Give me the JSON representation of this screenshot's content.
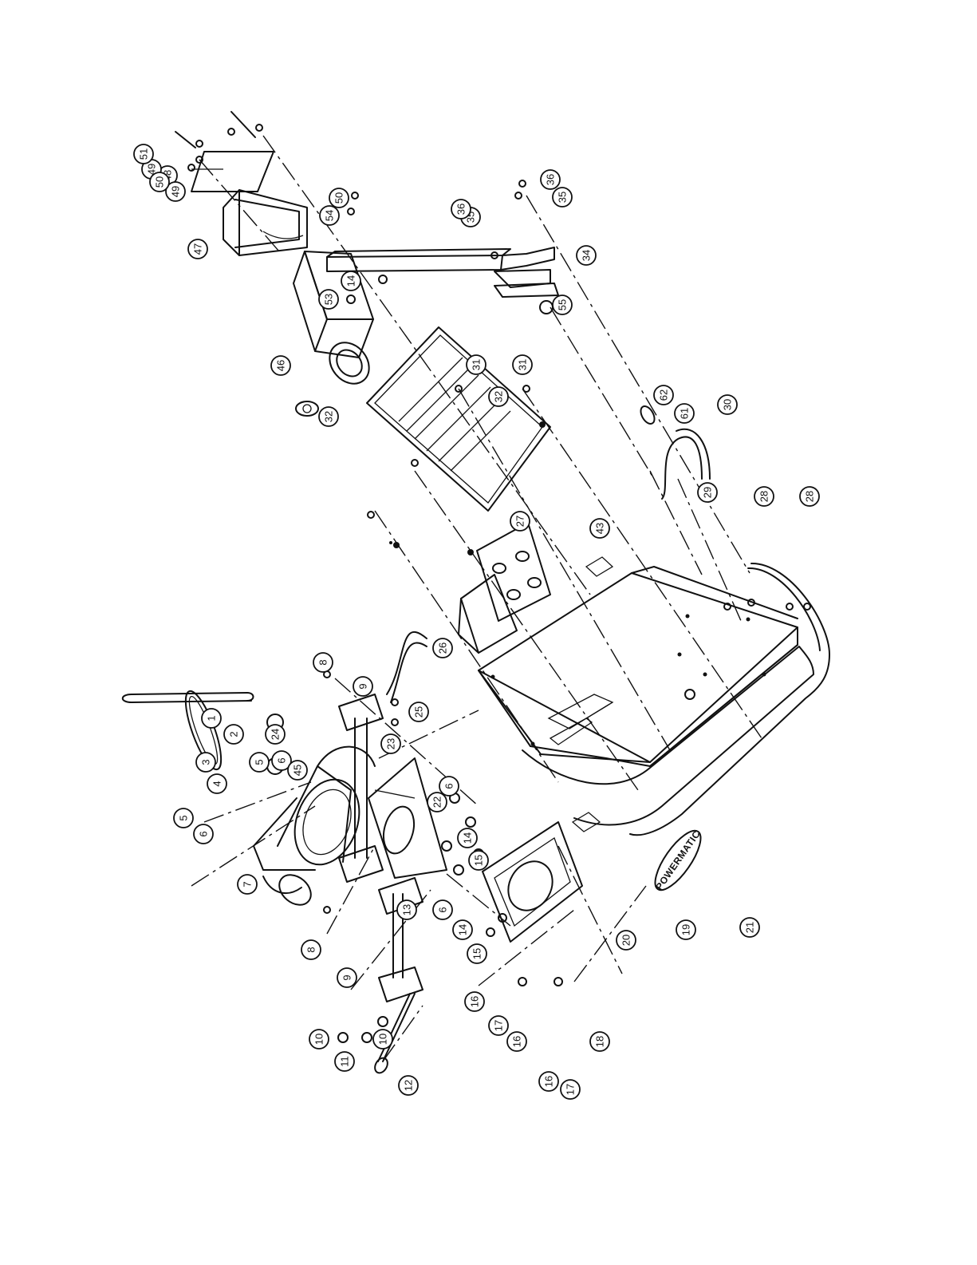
{
  "brand_logo": "POWERMATIC",
  "part_callouts": [
    {
      "key": "c-1",
      "label": "1"
    },
    {
      "key": "c-2",
      "label": "2"
    },
    {
      "key": "c-3",
      "label": "3"
    },
    {
      "key": "c-4",
      "label": "4"
    },
    {
      "key": "c-5a",
      "label": "5"
    },
    {
      "key": "c-5b",
      "label": "5"
    },
    {
      "key": "c-6a",
      "label": "6"
    },
    {
      "key": "c-6b",
      "label": "6"
    },
    {
      "key": "c-6c",
      "label": "6"
    },
    {
      "key": "c-6d",
      "label": "6"
    },
    {
      "key": "c-7",
      "label": "7"
    },
    {
      "key": "c-8a",
      "label": "8"
    },
    {
      "key": "c-8b",
      "label": "8"
    },
    {
      "key": "c-9a",
      "label": "9"
    },
    {
      "key": "c-9b",
      "label": "9"
    },
    {
      "key": "c-10a",
      "label": "10"
    },
    {
      "key": "c-10b",
      "label": "10"
    },
    {
      "key": "c-11",
      "label": "11"
    },
    {
      "key": "c-12",
      "label": "12"
    },
    {
      "key": "c-13",
      "label": "13"
    },
    {
      "key": "c-14a",
      "label": "14"
    },
    {
      "key": "c-14b",
      "label": "14"
    },
    {
      "key": "c-14c",
      "label": "14"
    },
    {
      "key": "c-15a",
      "label": "15"
    },
    {
      "key": "c-15b",
      "label": "15"
    },
    {
      "key": "c-16a",
      "label": "16"
    },
    {
      "key": "c-16b",
      "label": "16"
    },
    {
      "key": "c-16c",
      "label": "16"
    },
    {
      "key": "c-17a",
      "label": "17"
    },
    {
      "key": "c-17b",
      "label": "17"
    },
    {
      "key": "c-18",
      "label": "18"
    },
    {
      "key": "c-19",
      "label": "19"
    },
    {
      "key": "c-20",
      "label": "20"
    },
    {
      "key": "c-21",
      "label": "21"
    },
    {
      "key": "c-22",
      "label": "22"
    },
    {
      "key": "c-23",
      "label": "23"
    },
    {
      "key": "c-24",
      "label": "24"
    },
    {
      "key": "c-25",
      "label": "25"
    },
    {
      "key": "c-26",
      "label": "26"
    },
    {
      "key": "c-27",
      "label": "27"
    },
    {
      "key": "c-28a",
      "label": "28"
    },
    {
      "key": "c-28b",
      "label": "28"
    },
    {
      "key": "c-29",
      "label": "29"
    },
    {
      "key": "c-30",
      "label": "30"
    },
    {
      "key": "c-31a",
      "label": "31"
    },
    {
      "key": "c-31b",
      "label": "31"
    },
    {
      "key": "c-32a",
      "label": "32"
    },
    {
      "key": "c-32b",
      "label": "32"
    },
    {
      "key": "c-34",
      "label": "34"
    },
    {
      "key": "c-35a",
      "label": "35"
    },
    {
      "key": "c-35b",
      "label": "35"
    },
    {
      "key": "c-36a",
      "label": "36"
    },
    {
      "key": "c-36b",
      "label": "36"
    },
    {
      "key": "c-43",
      "label": "43"
    },
    {
      "key": "c-45",
      "label": "45"
    },
    {
      "key": "c-46",
      "label": "46"
    },
    {
      "key": "c-47",
      "label": "47"
    },
    {
      "key": "c-48",
      "label": "48"
    },
    {
      "key": "c-49a",
      "label": "49"
    },
    {
      "key": "c-49b",
      "label": "49"
    },
    {
      "key": "c-50a",
      "label": "50"
    },
    {
      "key": "c-50b",
      "label": "50"
    },
    {
      "key": "c-51",
      "label": "51"
    },
    {
      "key": "c-53",
      "label": "53"
    },
    {
      "key": "c-54",
      "label": "54"
    },
    {
      "key": "c-55",
      "label": "55"
    },
    {
      "key": "c-61",
      "label": "61"
    },
    {
      "key": "c-62",
      "label": "62"
    }
  ]
}
